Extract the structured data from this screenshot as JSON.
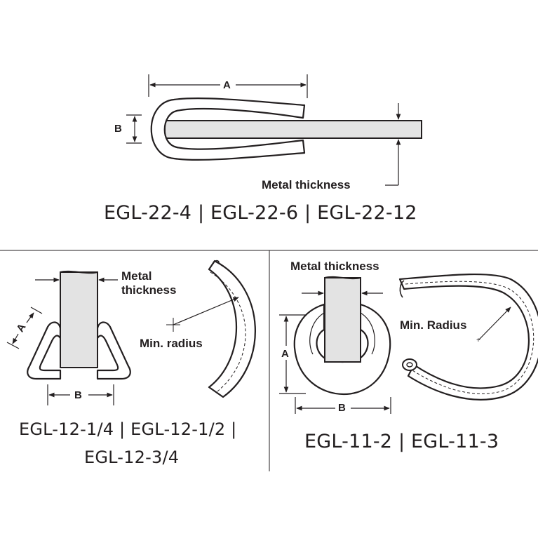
{
  "top": {
    "dim_a": "A",
    "dim_b": "B",
    "metal_thickness": "Metal thickness",
    "caption": "EGL-22-4 | EGL-22-6 | EGL-22-12"
  },
  "left": {
    "metal_thickness": [
      "Metal",
      "thickness"
    ],
    "min_radius": "Min. radius",
    "dim_a": "A",
    "dim_b": "B",
    "caption_line1": "EGL-12-1/4 | EGL-12-1/2 |",
    "caption_line2": "EGL-12-3/4"
  },
  "right": {
    "metal_thickness": "Metal thickness",
    "min_radius": "Min. Radius",
    "dim_a": "A",
    "dim_b": "B",
    "caption": "EGL-11-2 | EGL-11-3"
  },
  "colors": {
    "ink": "#231f20",
    "metal": "#e6e6e6",
    "background": "#ffffff"
  }
}
